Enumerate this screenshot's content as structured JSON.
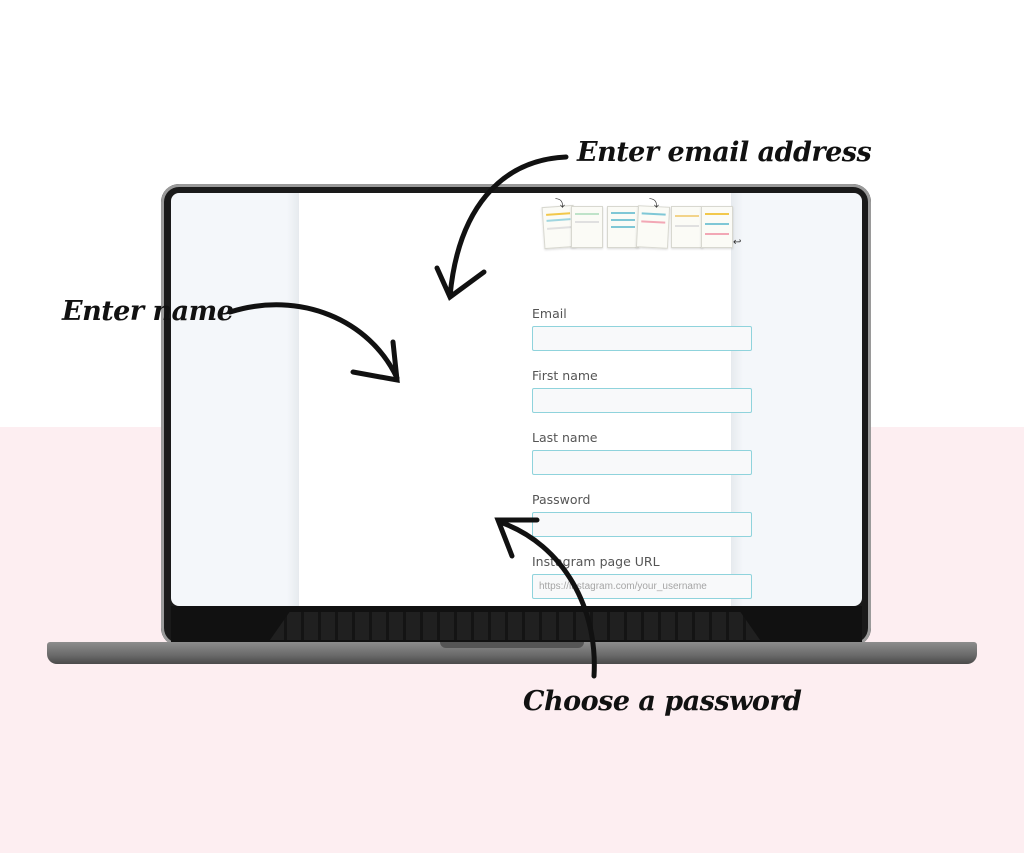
{
  "annotations": {
    "email": "Enter email address",
    "name": "Enter name",
    "password": "Choose a password"
  },
  "form": {
    "email_label": "Email",
    "first_name_label": "First name",
    "last_name_label": "Last name",
    "password_label": "Password",
    "instagram_label": "Instagram page URL",
    "instagram_placeholder": "https://instagram.com/your_username"
  },
  "colors": {
    "background_top": "#ffffff",
    "background_bottom": "#fdeef1",
    "input_border": "#8fd3dc",
    "annotation_ink": "#111111"
  },
  "icons": [
    "arrow-icon",
    "laptop-icon"
  ]
}
